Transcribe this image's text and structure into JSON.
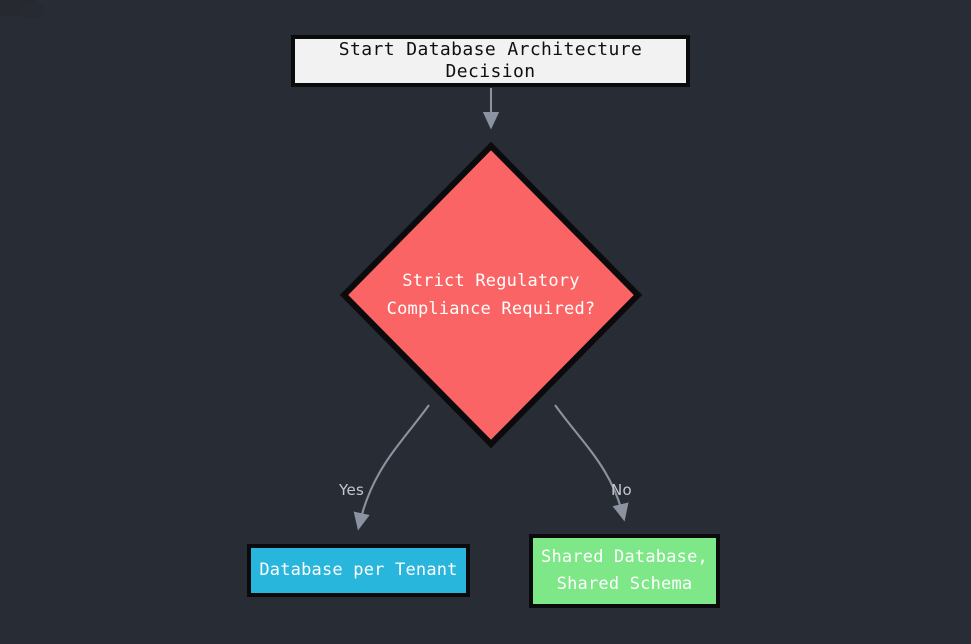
{
  "diagram": {
    "title": "Database Architecture Decision",
    "background_color": "#282c34",
    "edge_color": "#8b92a0",
    "nodes": [
      {
        "id": "start",
        "label": "Start Database Architecture Decision",
        "shape": "rectangle",
        "fill": "#f2f2f2",
        "text_color": "#101010",
        "border_color": "#0b0b0d"
      },
      {
        "id": "decision",
        "label": "Strict Regulatory\nCompliance Required?",
        "shape": "diamond",
        "fill": "#fb6464",
        "text_color": "#ffffff",
        "border_color": "#0b0b0d"
      },
      {
        "id": "db-per-tenant",
        "label": "Database per Tenant",
        "shape": "rectangle",
        "fill": "#29b6dd",
        "text_color": "#ffffff",
        "border_color": "#0b0b0d"
      },
      {
        "id": "shared-schema",
        "label": "Shared Database,\nShared Schema",
        "shape": "rectangle",
        "fill": "#7ee787",
        "text_color": "#ffffff",
        "border_color": "#0b0b0d"
      }
    ],
    "edges": [
      {
        "id": "start-to-decision",
        "from": "start",
        "to": "decision",
        "label": ""
      },
      {
        "id": "decision-to-db-per-tenant",
        "from": "decision",
        "to": "db-per-tenant",
        "label": "Yes"
      },
      {
        "id": "decision-to-shared-schema",
        "from": "decision",
        "to": "shared-schema",
        "label": "No"
      }
    ]
  }
}
